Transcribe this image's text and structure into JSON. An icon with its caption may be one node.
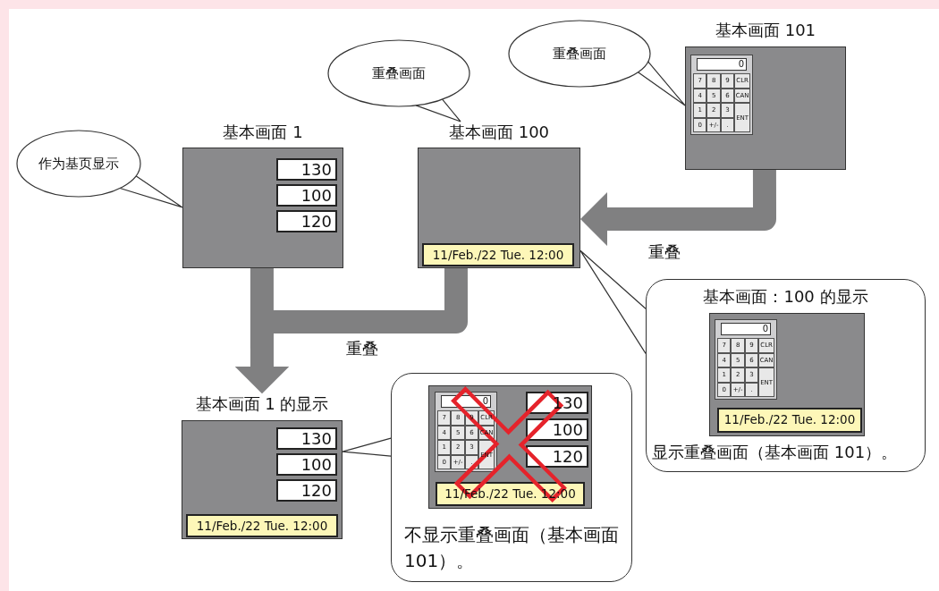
{
  "diagram": {
    "nodes": [
      {
        "text": [
          "作为基页显示"
        ]
      },
      {
        "text": [
          "基本画面 1"
        ]
      },
      {
        "text": [
          "130"
        ],
        "in": 1
      },
      {
        "text": [
          "100"
        ],
        "in": 1
      },
      {
        "text": [
          "120"
        ],
        "in": 1
      },
      {
        "text": [
          "重叠画面"
        ]
      },
      {
        "text": [
          "基本画面 100"
        ]
      },
      {
        "text": [
          "11/Feb./22 Tue. 12:00"
        ],
        "in": 6
      },
      {
        "text": [
          "重叠画面"
        ]
      },
      {
        "text": [
          "基本画面 101"
        ]
      },
      {
        "text": [
          "基本画面 1 的显示"
        ]
      },
      {
        "text": [
          "130"
        ],
        "in": 10
      },
      {
        "text": [
          "100"
        ],
        "in": 10
      },
      {
        "text": [
          "120"
        ],
        "in": 10
      },
      {
        "text": [
          "11/Feb./22 Tue. 12:00"
        ],
        "in": 10
      },
      {
        "text": [
          "基本画面：100 的显示",
          "显示重叠画面（基本画面 101）。"
        ]
      },
      {
        "text": [],
        "shape": "box",
        "in": 15
      },
      {
        "text": [
          "11/Feb./22 Tue. 12:00"
        ],
        "in": 16
      },
      {
        "text": [
          "不显示重叠画面（基本画面 101）。"
        ]
      },
      {
        "text": [],
        "shape": "box",
        "in": 18
      },
      {
        "text": [
          "130"
        ],
        "in": 19
      },
      {
        "text": [
          "100"
        ],
        "in": 19
      },
      {
        "text": [
          "120"
        ],
        "in": 19
      },
      {
        "text": [
          "11/Feb./22 Tue. 12:00"
        ],
        "in": 19
      }
    ],
    "edges": [
      {
        "from": 0,
        "to": 1,
        "arrow": "none"
      },
      {
        "from": 5,
        "to": 6,
        "arrow": "none"
      },
      {
        "from": 8,
        "to": 9,
        "arrow": "none"
      },
      {
        "from": 9,
        "to": 6,
        "arrow": "to",
        "label": "重叠",
        "style": "thick",
        "color": "#808081"
      },
      {
        "from": 1,
        "to": 10,
        "arrow": "to",
        "style": "thick",
        "color": "#808081"
      },
      {
        "from": 6,
        "to": 10,
        "arrow": "to",
        "label": "重叠",
        "style": "thick",
        "color": "#808081"
      },
      {
        "from": 15,
        "to": 6,
        "arrow": "none"
      },
      {
        "from": 18,
        "to": 10,
        "arrow": "none"
      }
    ],
    "labels": [
      "0",
      "7",
      "8",
      "9",
      "CLR",
      "4",
      "5",
      "6",
      "CAN",
      "1",
      "2",
      "3",
      "ENT",
      "0",
      "+/-",
      ".",
      "0",
      "7",
      "8",
      "9",
      "CLR",
      "4",
      "5",
      "6",
      "CAN",
      "1",
      "2",
      "3",
      "ENT",
      "0",
      "+/-",
      ".",
      "0",
      "7",
      "8",
      "9",
      "CLR",
      "4",
      "5",
      "6",
      "CAN",
      "1",
      "2",
      "3",
      "ENT",
      "0",
      "+/-",
      "."
    ]
  }
}
